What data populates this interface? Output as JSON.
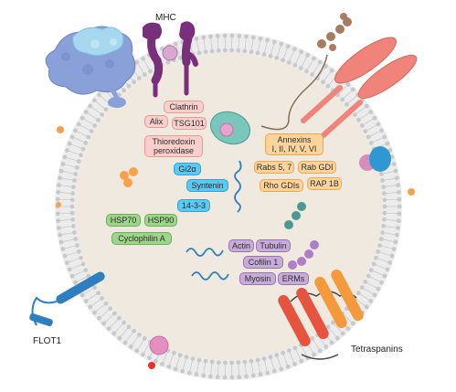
{
  "labels": {
    "mhc": "MHC",
    "flot1": "FLOT1",
    "tetraspanins": "Tetraspanins"
  },
  "proteins": {
    "clathrin": "Clathrin",
    "alix": "Alix",
    "tsg101": "TSG101",
    "thioredoxin_line1": "Thioredoxin",
    "thioredoxin_line2": "peroxidase",
    "gi2a": "Gi2α",
    "syntenin": "Syntenin",
    "p14_3_3": "14-3-3",
    "hsp70": "HSP70",
    "hsp90": "HSP90",
    "cyclophilin": "Cyclophilin A",
    "annexins_line1": "Annexins",
    "annexins_line2": "I, II, IV, V, VI",
    "rabs": "Rabs 5, 7",
    "rab_gdi": "Rab GDI",
    "rho_gdis": "Rho GDIs",
    "rap1b": "RAP 1B",
    "actin": "Actin",
    "tubulin": "Tubulin",
    "cofilin": "Cofilin 1",
    "myosin": "Myosin",
    "erms": "ERMs"
  },
  "colors": {
    "lumen": "#efe9df",
    "lipid_head": "#c9c9c9",
    "membrane_ring": "#e4e4e4",
    "mhc": "#7a2f7d",
    "transferrin_receptor": "#f0847a",
    "tetraspanin_red": "#e6543f",
    "tetraspanin_orange": "#f49a3d",
    "flot1": "#2e7fc0",
    "glycan": "#8b6a58",
    "teal_chain": "#4a9a93",
    "bead_purple": "#b07ec8",
    "integrin_blue": "#8aa0d8"
  }
}
